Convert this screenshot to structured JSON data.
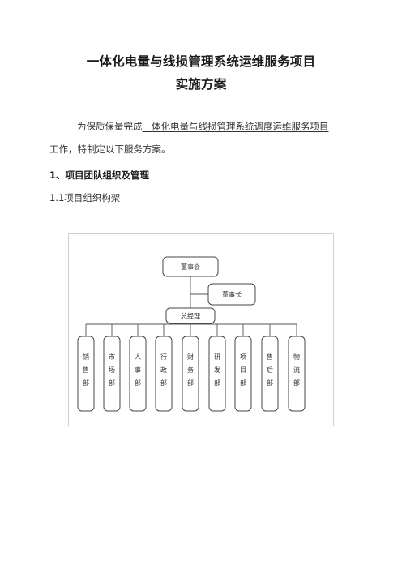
{
  "title_line1": "一体化电量与线损管理系统运维服务项目",
  "title_line2": "实施方案",
  "intro": {
    "prefix": "为保质保量完成",
    "underlined": "一体化电量与线损管理系统调度运维服务项目",
    "line2": "工作，特制定以下服务方案。"
  },
  "heading1": "1、项目团队组织及管理",
  "heading1_1": "1.1项目组织构架",
  "org_chart": {
    "top": "董事会",
    "chair": "董事长",
    "manager": "总经理",
    "departments": [
      "销售部",
      "市场部",
      "人事部",
      "行政部",
      "财务部",
      "研发部",
      "项目部",
      "售后部",
      "物流部"
    ]
  }
}
